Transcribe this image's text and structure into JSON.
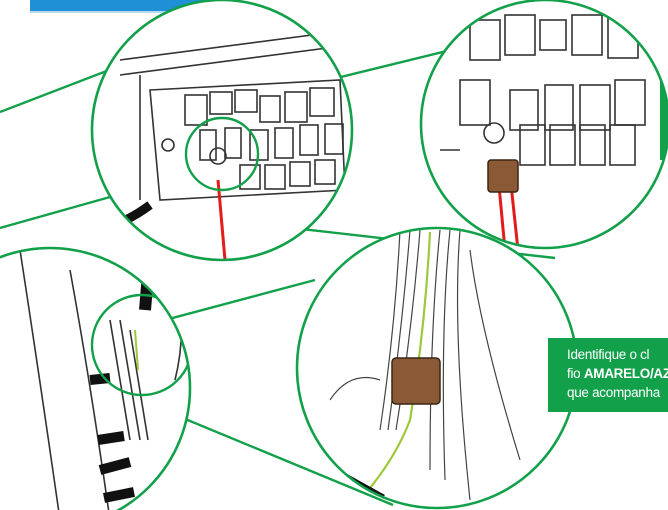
{
  "callout": {
    "line1": "Identifique o cl",
    "line2_highlight": "AMARELO/AZ",
    "line2_prefix": "fio ",
    "line3": "que acompanha"
  },
  "colors": {
    "accent_green": "#12a04a",
    "tab_blue": "#1f8fd6",
    "wire_red": "#e21b1b",
    "connector_brown": "#8a5a36",
    "wire_yellow_green": "#9cc83c"
  },
  "icons": [
    "wiring-harness-illustration",
    "fuse-box-illustration",
    "connector-illustration"
  ]
}
